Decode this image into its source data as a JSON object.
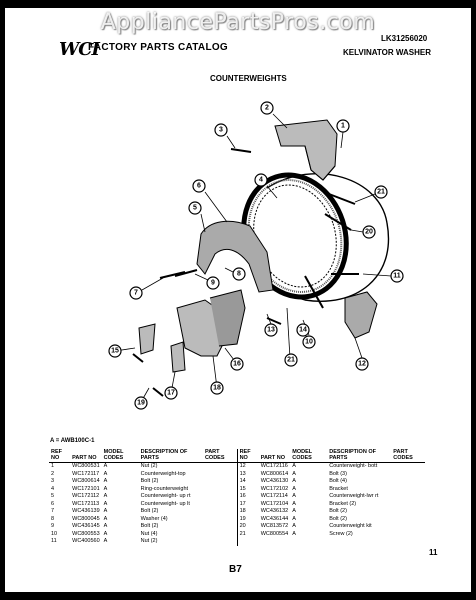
{
  "watermark": "AppliancePartsPros.com",
  "header": {
    "logo": "WCI",
    "catalog_title": "FACTORY PARTS CATALOG",
    "model_code": "LK31256020",
    "product_name": "KELVINATOR WASHER"
  },
  "section_title": "COUNTERWEIGHTS",
  "callouts": [
    "1",
    "2",
    "3",
    "4",
    "5",
    "6",
    "7",
    "8",
    "9",
    "10",
    "11",
    "12",
    "13",
    "14",
    "15",
    "16",
    "17",
    "18",
    "19",
    "20",
    "21"
  ],
  "footnote": "A = AWB100C-1",
  "table": {
    "headers": [
      "REF NO",
      "PART NO",
      "MODEL CODES",
      "DESCRIPTION OF PARTS",
      "PART CODES"
    ],
    "left_rows": [
      [
        "1",
        "WC800531",
        "A",
        "Nut (2)",
        ""
      ],
      [
        "2",
        "WC172117",
        "A",
        "Counterweight-top",
        ""
      ],
      [
        "3",
        "WC800614",
        "A",
        "Bolt (2)",
        ""
      ],
      [
        "4",
        "WC172101",
        "A",
        "Ring-counterweight",
        ""
      ],
      [
        "5",
        "WC172112",
        "A",
        "Counterweight- up rt",
        ""
      ],
      [
        "6",
        "WC172113",
        "A",
        "Counterweight- up lt",
        ""
      ],
      [
        "7",
        "WC436139",
        "A",
        "Bolt (2)",
        ""
      ],
      [
        "8",
        "WC800045",
        "A",
        "Washer (4)",
        ""
      ],
      [
        "9",
        "WC436145",
        "A",
        "Bolt (2)",
        ""
      ],
      [
        "10",
        "WC800553",
        "A",
        "Nut (4)",
        ""
      ],
      [
        "11",
        "WC400560",
        "A",
        "Nut (2)",
        ""
      ]
    ],
    "right_rows": [
      [
        "12",
        "WC172116",
        "A",
        "Counterweight- bott",
        ""
      ],
      [
        "13",
        "WC800614",
        "A",
        "Bolt (3)",
        ""
      ],
      [
        "14",
        "WC436130",
        "A",
        "Bolt (4)",
        ""
      ],
      [
        "15",
        "WC172102",
        "A",
        "Bracket",
        ""
      ],
      [
        "16",
        "WC172114",
        "A",
        "Counterweight-lwr rt",
        ""
      ],
      [
        "17",
        "WC172104",
        "A",
        "Bracket (2)",
        ""
      ],
      [
        "18",
        "WC436132",
        "A",
        "Bolt (2)",
        ""
      ],
      [
        "19",
        "WC436144",
        "A",
        "Bolt (2)",
        ""
      ],
      [
        "20",
        "WC813572",
        "A",
        "Counterweight kit",
        ""
      ],
      [
        "21",
        "WC800554",
        "A",
        "Screw (2)",
        ""
      ]
    ]
  },
  "page_number": "B7",
  "sheet_number": "11"
}
